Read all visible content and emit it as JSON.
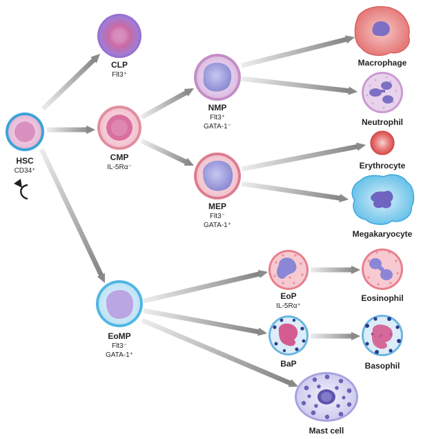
{
  "cells": {
    "hsc": {
      "name": "HSC",
      "markers": [
        "CD34⁺"
      ]
    },
    "clp": {
      "name": "CLP",
      "markers": [
        "Flt3⁺"
      ]
    },
    "cmp": {
      "name": "CMP",
      "markers": [
        "IL-5Rα⁻"
      ]
    },
    "nmp": {
      "name": "NMP",
      "markers": [
        "Flt3⁺",
        "GATA-1⁻"
      ]
    },
    "mep": {
      "name": "MEP",
      "markers": [
        "Flt3⁻",
        "GATA-1⁺"
      ]
    },
    "eomp": {
      "name": "EoMP",
      "markers": [
        "Flt3⁻",
        "GATA-1⁺"
      ]
    },
    "eop": {
      "name": "EoP",
      "markers": [
        "IL-5Rα⁺"
      ]
    },
    "bap": {
      "name": "BaP",
      "markers": []
    },
    "macrophage": {
      "name": "Macrophage",
      "markers": []
    },
    "neutrophil": {
      "name": "Neutrophil",
      "markers": []
    },
    "erythrocyte": {
      "name": "Erythrocyte",
      "markers": []
    },
    "megakaryocyte": {
      "name": "Megakaryocyte",
      "markers": []
    },
    "eosinophil": {
      "name": "Eosinophil",
      "markers": []
    },
    "basophil": {
      "name": "Basophil",
      "markers": []
    },
    "mast_cell": {
      "name": "Mast cell",
      "markers": []
    }
  },
  "edges": [
    {
      "from": "hsc",
      "to": "clp"
    },
    {
      "from": "hsc",
      "to": "cmp"
    },
    {
      "from": "hsc",
      "to": "eomp"
    },
    {
      "from": "cmp",
      "to": "nmp"
    },
    {
      "from": "cmp",
      "to": "mep"
    },
    {
      "from": "nmp",
      "to": "macrophage"
    },
    {
      "from": "nmp",
      "to": "neutrophil"
    },
    {
      "from": "mep",
      "to": "erythrocyte"
    },
    {
      "from": "mep",
      "to": "megakaryocyte"
    },
    {
      "from": "eomp",
      "to": "eop"
    },
    {
      "from": "eomp",
      "to": "bap"
    },
    {
      "from": "eomp",
      "to": "mast_cell"
    },
    {
      "from": "eop",
      "to": "eosinophil"
    },
    {
      "from": "bap",
      "to": "basophil"
    }
  ],
  "self_renewal": {
    "cell": "hsc"
  },
  "colors": {
    "arrow": "#8a8a8a",
    "text": "#231f20",
    "progenitor_border": "#c48ec6",
    "nucleus": "#8f8fd6",
    "erythroid_border": "#e05a5a",
    "eomp_border": "#4fb6e3",
    "hsc_border": "#3aa3d8"
  }
}
